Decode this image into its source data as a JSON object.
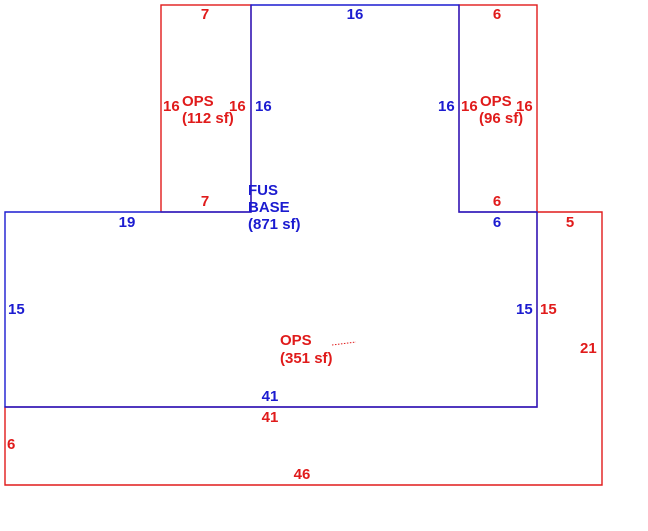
{
  "colors": {
    "ops_outline": "#e01b1b",
    "base_outline": "#1b1bd0"
  },
  "areas": {
    "ops_left": {
      "name": "OPS",
      "area": "(112 sf)"
    },
    "ops_right": {
      "name": "OPS",
      "area": "(96 sf)"
    },
    "base": {
      "name_line1": "FUS",
      "name_line2": "BASE",
      "area": "(871 sf)"
    },
    "ops_bottom": {
      "name": "OPS",
      "area": "(351 sf)"
    }
  },
  "dimensions": {
    "left_ops_top": "7",
    "left_ops_bottom": "7",
    "left_ops_left": "16",
    "left_ops_right": "16",
    "base_top": "16",
    "base_upper_left_side": "16",
    "base_upper_right_side": "16",
    "base_left_step": "19",
    "base_right_step": "6",
    "base_left_side": "15",
    "base_right_side": "15",
    "base_bottom": "41",
    "right_ops_top": "6",
    "right_ops_bottom": "6",
    "right_ops_left": "16",
    "right_ops_right": "16",
    "bottom_ops_top": "41",
    "bottom_ops_right_step": "5",
    "bottom_ops_inner_side": "15",
    "bottom_ops_right_side": "21",
    "bottom_ops_left_side": "6",
    "bottom_ops_bottom": "46"
  }
}
